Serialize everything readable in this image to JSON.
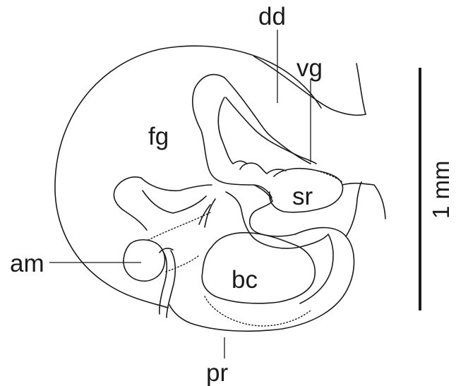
{
  "labels": {
    "dd": "dd",
    "vg": "vg",
    "fg": "fg",
    "sr": "sr",
    "am": "am",
    "bc": "bc",
    "pr": "pr"
  },
  "scale_bar": {
    "label": "1 mm"
  }
}
